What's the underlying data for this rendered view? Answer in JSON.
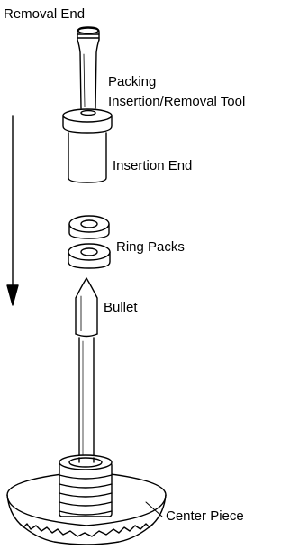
{
  "labels": {
    "removal_end": "Removal End",
    "packing_tool_line1": "Packing",
    "packing_tool_line2": "Insertion/Removal Tool",
    "insertion_end": "Insertion End",
    "ring_packs": "Ring Packs",
    "bullet": "Bullet",
    "center_piece": "Center Piece"
  },
  "colors": {
    "stroke": "#000000",
    "fill": "#ffffff"
  }
}
